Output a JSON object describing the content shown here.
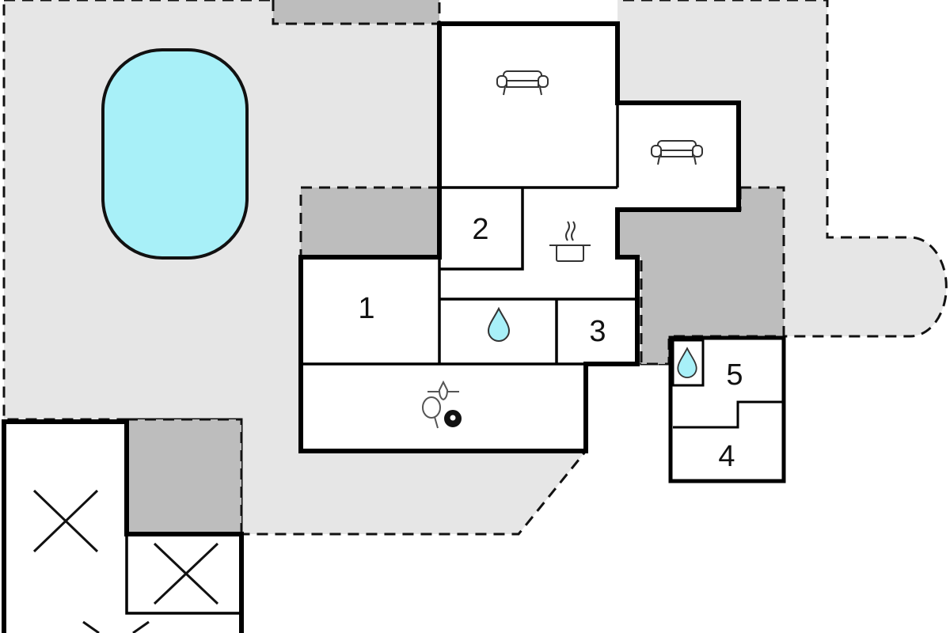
{
  "diagram": {
    "type": "floor-plan",
    "rooms": [
      {
        "id": "room-1",
        "label": "1"
      },
      {
        "id": "room-2",
        "label": "2"
      },
      {
        "id": "room-3",
        "label": "3"
      },
      {
        "id": "room-4",
        "label": "4"
      },
      {
        "id": "room-5",
        "label": "5"
      }
    ],
    "icons": [
      "sofa-icon",
      "sofa-icon",
      "cooking-pot-icon",
      "water-drop-icon",
      "water-drop-icon",
      "games-icon",
      "cross-icon"
    ],
    "colors": {
      "pool": "#a8f0f8",
      "terrace": "#bdbdbd",
      "grounds": "#e6e6e6",
      "wall": "#000000"
    }
  }
}
